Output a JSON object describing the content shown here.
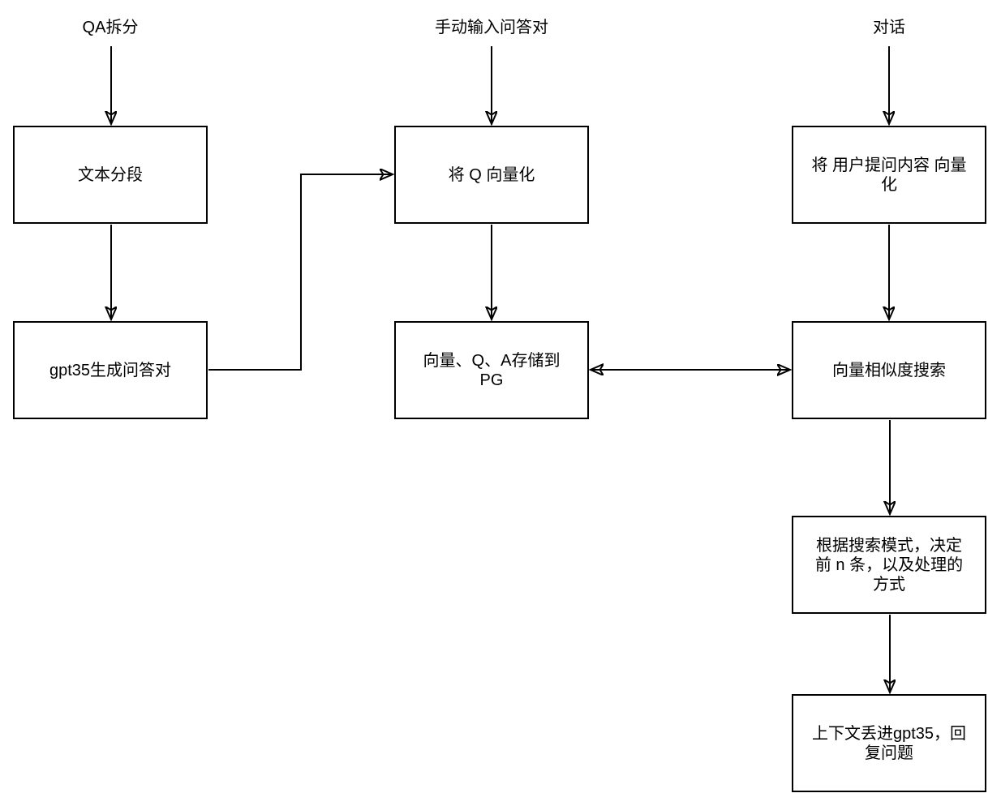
{
  "diagram": {
    "colors": {
      "background": "#ffffff",
      "stroke": "#000000",
      "text": "#000000"
    },
    "entry_labels": {
      "qa_split": "QA拆分",
      "manual_qa": "手动输入问答对",
      "dialogue": "对话"
    },
    "nodes": {
      "text_segmentation": {
        "label": "文本分段"
      },
      "gpt35_generate_qa": {
        "label": "gpt35生成问答对"
      },
      "vectorize_q": {
        "label": "将 Q 向量化"
      },
      "store_to_pg": {
        "label": "向量、Q、A存储到\nPG"
      },
      "vectorize_user_question": {
        "label": "将 用户提问内容 向量\n化"
      },
      "vector_similarity_search": {
        "label": "向量相似度搜索"
      },
      "search_mode_decision": {
        "label": "根据搜索模式，决定\n前 n 条，以及处理的\n方式"
      },
      "gpt35_reply": {
        "label": "上下文丢进gpt35，回\n复问题"
      }
    }
  }
}
